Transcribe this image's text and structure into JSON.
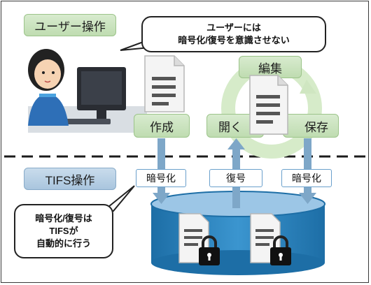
{
  "user_ops": {
    "title": "ユーザー操作",
    "callout_line1": "ユーザーには",
    "callout_line2": "暗号化/復号を意識させない",
    "btn_edit": "編集",
    "btn_create": "作成",
    "btn_open": "開く",
    "btn_save": "保存"
  },
  "tifs_ops": {
    "title": "TIFS操作",
    "btn_encrypt_1": "暗号化",
    "btn_decrypt": "復号",
    "btn_encrypt_2": "暗号化",
    "callout_line1": "暗号化/復号は",
    "callout_line2": "TIFSが",
    "callout_line3": "自動的に行う"
  },
  "colors": {
    "green": "#bfdcb1",
    "blue": "#a9c5de",
    "storage": "#2f86c0",
    "arrow": "#7ea7c8"
  }
}
